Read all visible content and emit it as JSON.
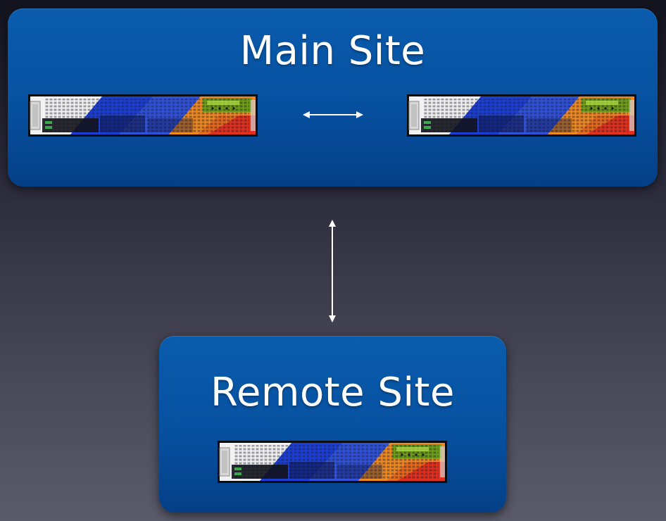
{
  "main_site": {
    "title": "Main Site",
    "servers": [
      "rack-server",
      "rack-server"
    ]
  },
  "remote_site": {
    "title": "Remote Site",
    "servers": [
      "rack-server"
    ]
  },
  "connections": [
    {
      "from": "main-site-server-1",
      "to": "main-site-server-2",
      "style": "bidirectional-arrow"
    },
    {
      "from": "main-site",
      "to": "remote-site",
      "style": "bidirectional-arrow"
    }
  ],
  "colors": {
    "site_box": "#0750a0",
    "background_top": "#14141f",
    "background_bottom": "#5a5a6a",
    "text": "#ffffff",
    "arrow": "#ffffff"
  }
}
